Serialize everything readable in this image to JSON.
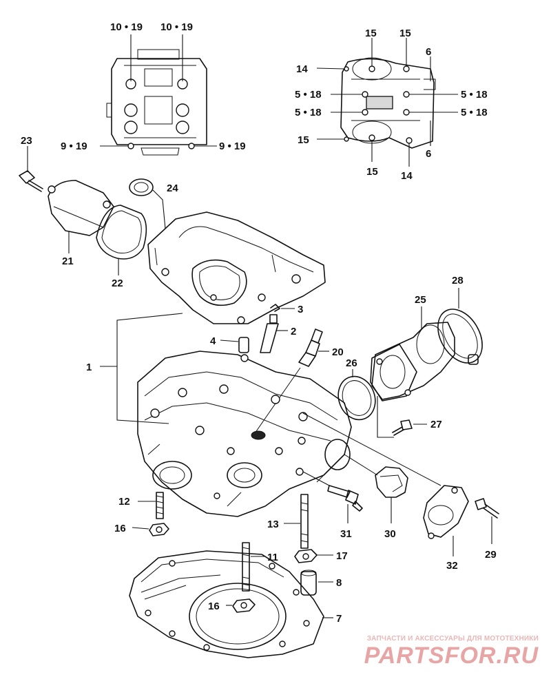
{
  "callouts": {
    "c10_19_left": "10 • 19",
    "c10_19_right": "10 • 19",
    "c9_19_left": "9 • 19",
    "c9_19_right": "9 • 19",
    "c15_a": "15",
    "c15_b": "15",
    "c6_top": "6",
    "c14_top": "14",
    "c5_18_l1": "5 • 18",
    "c5_18_r1": "5 • 18",
    "c5_18_l2": "5 • 18",
    "c5_18_r2": "5 • 18",
    "c15_left": "15",
    "c6_bottom": "6",
    "c15_bottom": "15",
    "c14_bottom": "14",
    "c23": "23",
    "c24": "24",
    "c21": "21",
    "c22": "22",
    "c3": "3",
    "c2": "2",
    "c4": "4",
    "c20": "20",
    "c28": "28",
    "c25": "25",
    "c1": "1",
    "c26": "26",
    "c27": "27",
    "c12": "12",
    "c16_a": "16",
    "c13": "13",
    "c31": "31",
    "c30": "30",
    "c29": "29",
    "c32": "32",
    "c11": "11",
    "c17": "17",
    "c8": "8",
    "c16_b": "16",
    "c7": "7"
  },
  "watermark": {
    "tagline": "ЗАПЧАСТИ И АКСЕССУАРЫ ДЛЯ МОТОТЕХНИКИ",
    "logo": "PARTSFOR.RU"
  }
}
